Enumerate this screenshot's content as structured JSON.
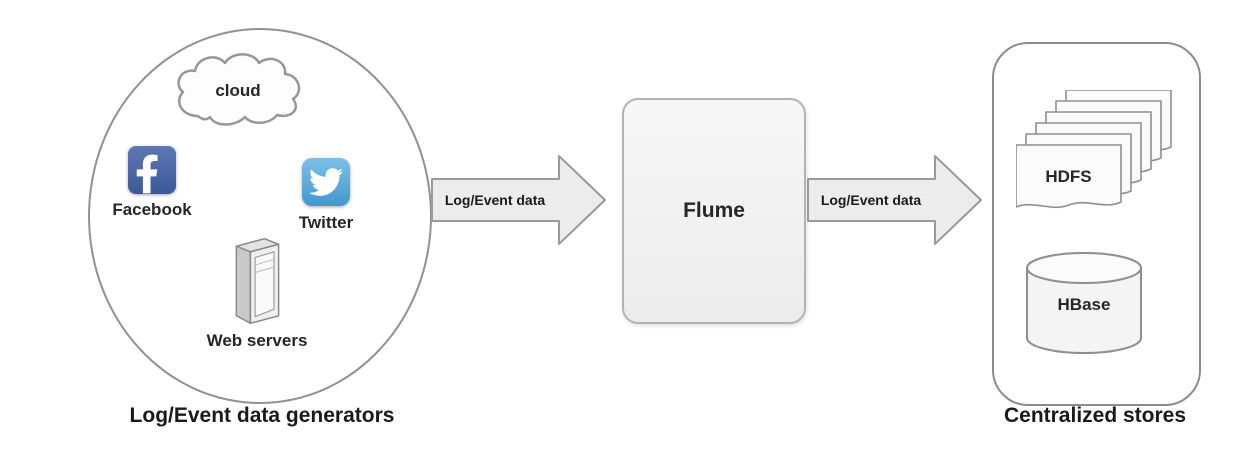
{
  "generators": {
    "group_label": "Log/Event data generators",
    "cloud": {
      "label": "cloud",
      "icon": "cloud-icon"
    },
    "facebook": {
      "label": "Facebook",
      "icon": "facebook-icon"
    },
    "twitter": {
      "label": "Twitter",
      "icon": "twitter-bird-icon"
    },
    "web_servers": {
      "label": "Web servers",
      "icon": "server-tower-icon"
    }
  },
  "flume": {
    "label": "Flume"
  },
  "arrows": {
    "left": {
      "label": "Log/Event data"
    },
    "right": {
      "label": "Log/Event data"
    }
  },
  "stores": {
    "group_label": "Centralized stores",
    "hdfs": {
      "label": "HDFS",
      "icon": "document-stack-icon"
    },
    "hbase": {
      "label": "HBase",
      "icon": "database-cylinder-icon"
    }
  },
  "colors": {
    "facebook_blue": "#3b5998",
    "twitter_blue": "#55acee",
    "node_fill": "#f1f1f1",
    "node_border": "#b3b3b3",
    "arrow_fill": "#ececec",
    "arrow_border": "#9a9a9a",
    "outline_gray": "#8c8c8c",
    "text": "#262626"
  }
}
